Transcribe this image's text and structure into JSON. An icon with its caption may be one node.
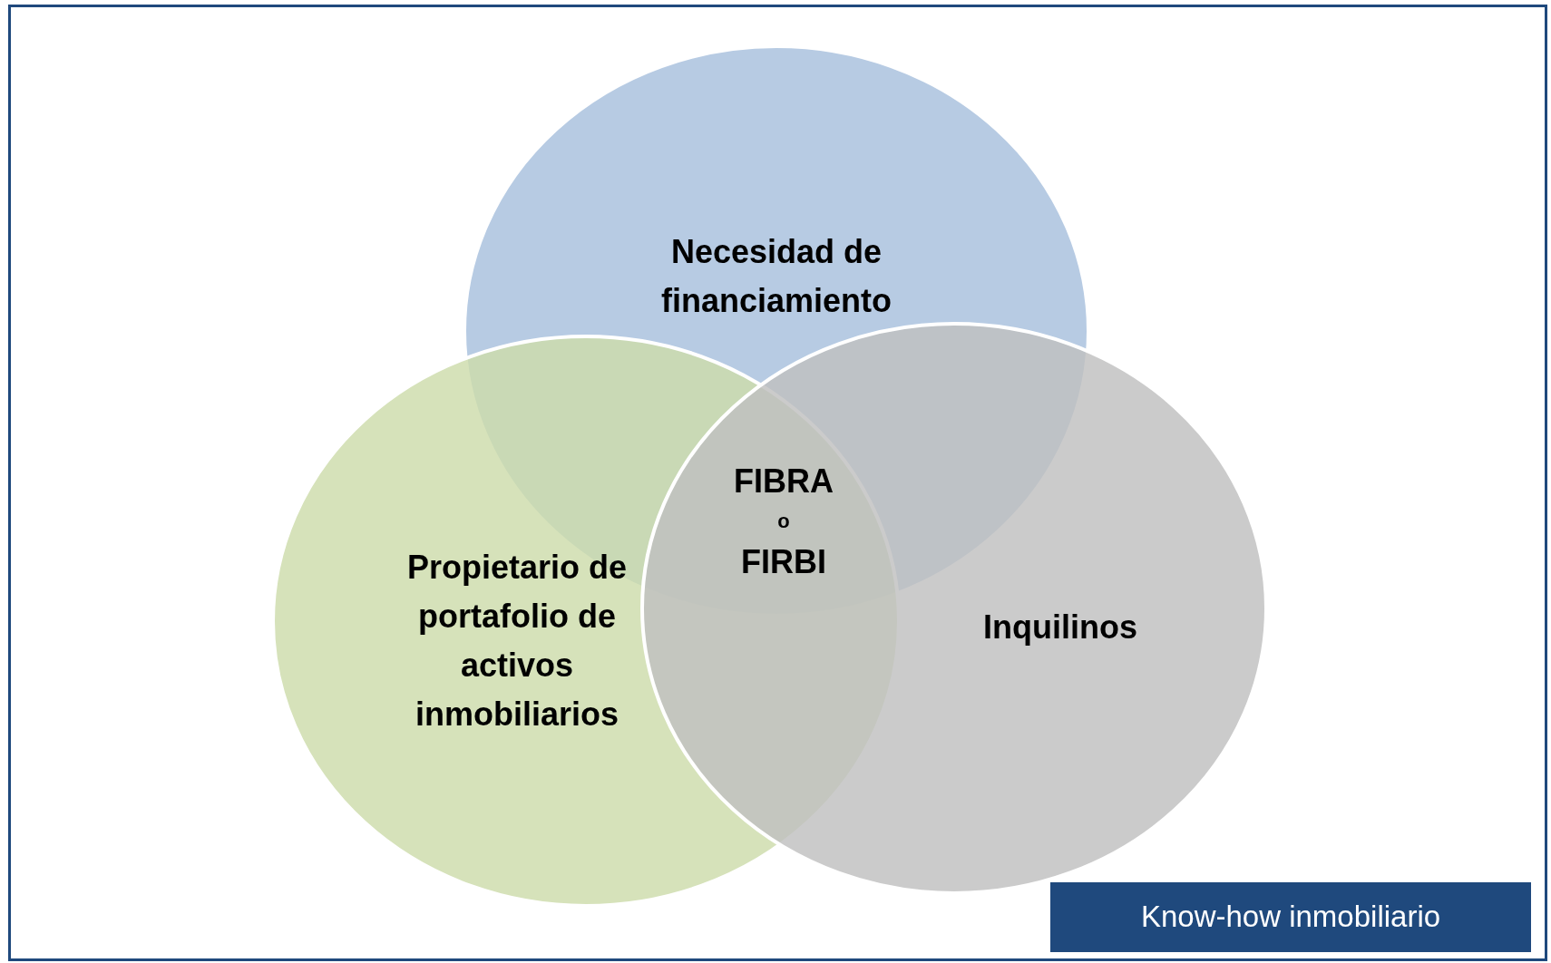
{
  "diagram": {
    "nodes": [
      {
        "text": [
          "Necesidad de financiamiento"
        ]
      },
      {
        "text": [
          "Propietario de portafolio de activos inmobiliarios"
        ]
      },
      {
        "text": [
          "Inquilinos"
        ]
      },
      {
        "text": [
          "Know-how inmobiliario"
        ]
      }
    ],
    "labels": [
      "FIBRA",
      "o",
      "FIRBI"
    ]
  }
}
